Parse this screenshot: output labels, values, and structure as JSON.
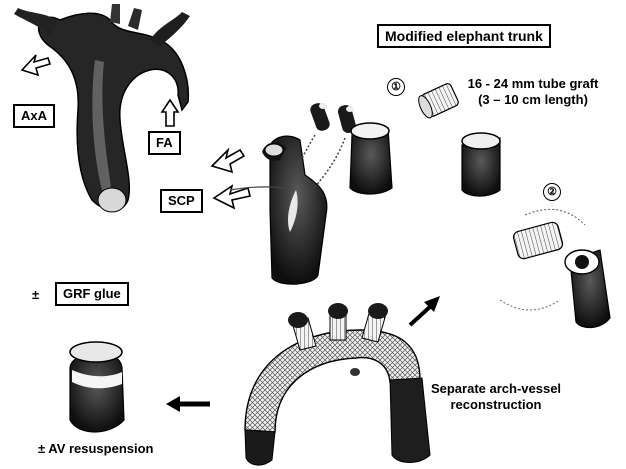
{
  "title": "Modified elephant trunk",
  "labels": {
    "axa": "AxA",
    "fa": "FA",
    "scp": "SCP",
    "step1": "①",
    "step2": "②",
    "graft_line1": "16 - 24 mm tube graft",
    "graft_line2": "(3 – 10 cm length)",
    "glue_prefix": "±",
    "glue": "GRF glue",
    "av": "± AV resuspension",
    "arch_line1": "Separate arch-vessel",
    "arch_line2": "reconstruction"
  },
  "colors": {
    "tissue_dark": "#1a1a1a",
    "tissue_mid": "#3a3a3a",
    "graft_light": "#e6e6e6",
    "stroke": "#000000"
  }
}
